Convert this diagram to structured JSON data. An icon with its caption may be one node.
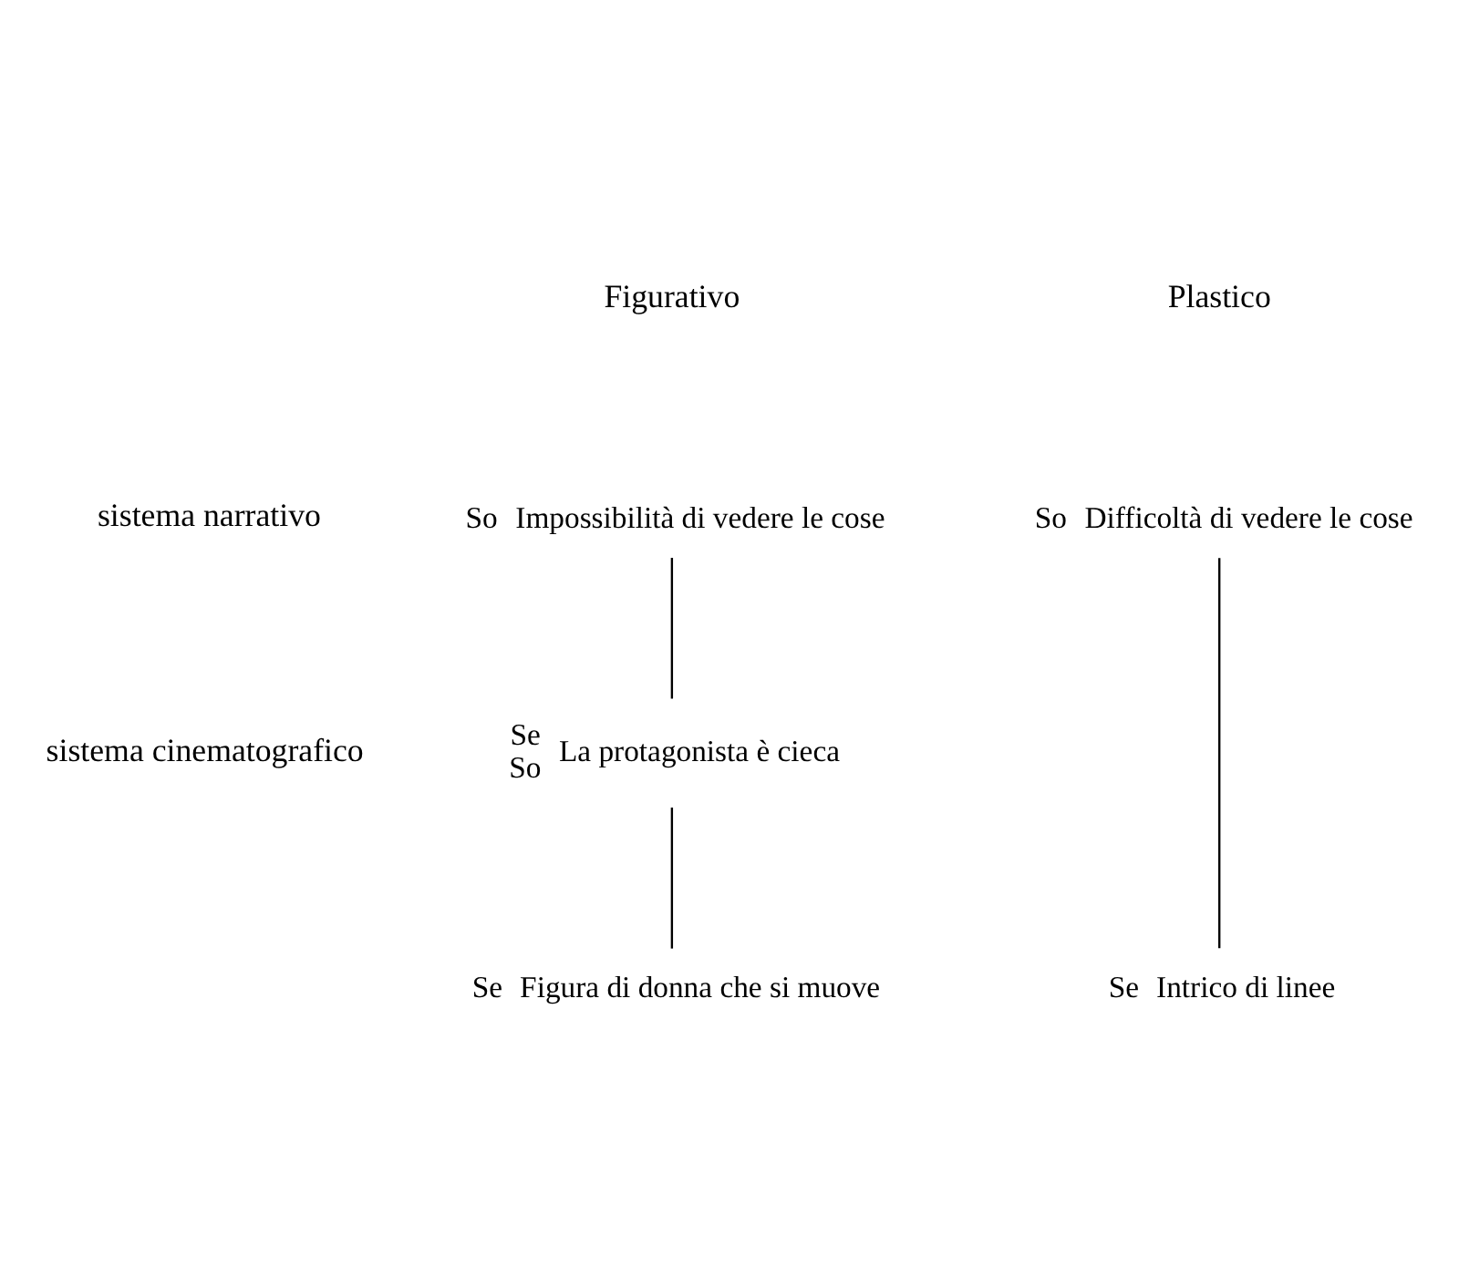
{
  "diagram": {
    "nodes": [
      {
        "text": [
          "Impossibilità di vedere le cose"
        ],
        "beside": [
          "So"
        ]
      },
      {
        "text": [
          "Difficoltà di vedere le cose"
        ],
        "beside": [
          "So"
        ]
      },
      {
        "text": [
          "La protagonista è cieca"
        ],
        "beside": [
          "Se",
          "So"
        ]
      },
      {
        "text": [
          "Figura di donna che si muove"
        ],
        "beside": [
          "Se"
        ]
      },
      {
        "text": [
          "Intrico di linee"
        ],
        "beside": [
          "Se"
        ]
      }
    ],
    "edges": [
      {
        "from": 0,
        "to": 2,
        "arrow": "none"
      },
      {
        "from": 2,
        "to": 3,
        "arrow": "none"
      },
      {
        "from": 1,
        "to": 4,
        "arrow": "none"
      }
    ],
    "labels": [
      "Figurativo",
      "Plastico",
      "sistema narrativo",
      "sistema cinematografico"
    ]
  }
}
